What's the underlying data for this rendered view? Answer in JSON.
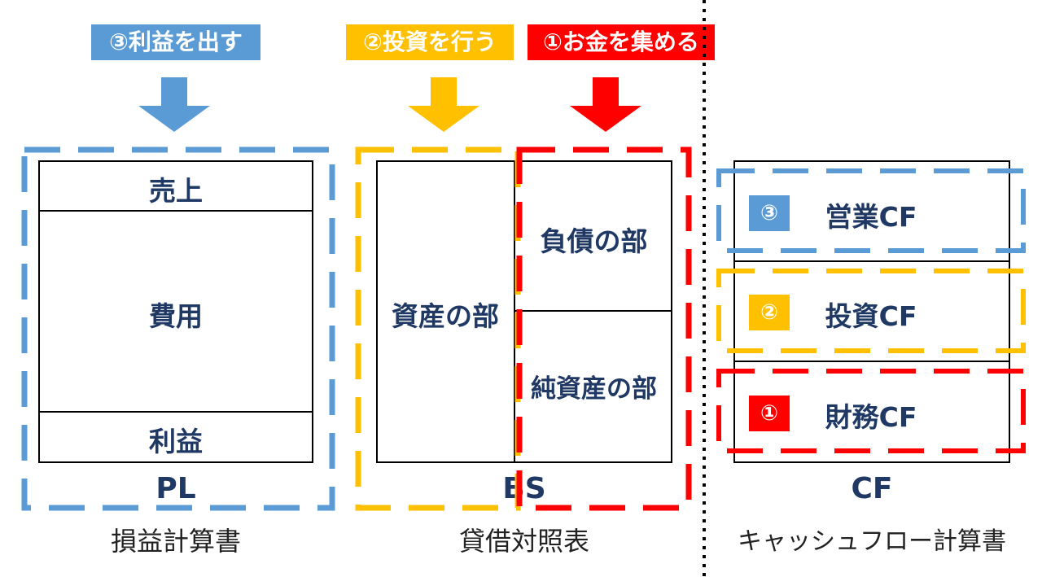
{
  "colors": {
    "blue": "#5b9bd5",
    "yellow": "#ffc000",
    "red": "#ff0000",
    "navy": "#1f3864"
  },
  "steps": {
    "profit": "③利益を出す",
    "invest": "②投資を行う",
    "raise": "①お金を集める"
  },
  "pl": {
    "code": "PL",
    "name": "損益計算書",
    "rows": [
      "売上",
      "費用",
      "利益"
    ]
  },
  "bs": {
    "code": "BS",
    "name": "貸借対照表",
    "assets": "資産の部",
    "liabilities": "負債の部",
    "equity": "純資産の部"
  },
  "cf": {
    "code": "CF",
    "name": "キャッシュフロー計算書",
    "rows": [
      {
        "badge": "③",
        "label": "営業CF",
        "color": "#5b9bd5"
      },
      {
        "badge": "②",
        "label": "投資CF",
        "color": "#ffc000"
      },
      {
        "badge": "①",
        "label": "財務CF",
        "color": "#ff0000"
      }
    ]
  }
}
